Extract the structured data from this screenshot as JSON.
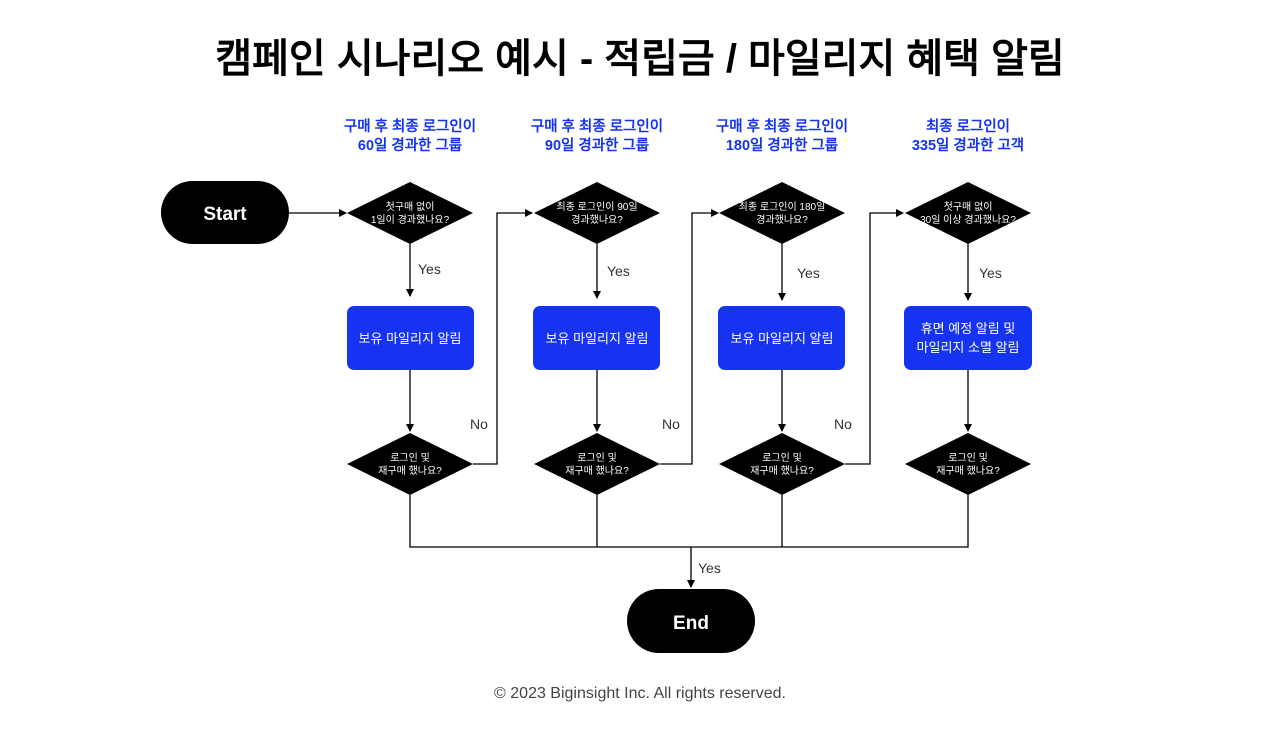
{
  "title": "캠페인 시나리오 예시 - 적립금 / 마일리지 혜택 알림",
  "columns": [
    {
      "header": [
        "구매 후 최종 로그인이",
        "60일 경과한 그룹"
      ],
      "question": [
        "첫구매 없이",
        "1일이 경과했나요?"
      ],
      "action": [
        "보유 마일리지 알림"
      ],
      "check": [
        "로그인 및",
        "재구매 했나요?"
      ]
    },
    {
      "header": [
        "구매 후 최종 로그인이",
        "90일 경과한 그룹"
      ],
      "question": [
        "최종 로그인이 90일",
        "경과했나요?"
      ],
      "action": [
        "보유 마일리지 알림"
      ],
      "check": [
        "로그인 및",
        "재구매 했나요?"
      ]
    },
    {
      "header": [
        "구매 후 최종 로그인이",
        "180일 경과한 그룹"
      ],
      "question": [
        "최종 로그인이 180일",
        "경과했나요?"
      ],
      "action": [
        "보유 마일리지 알림"
      ],
      "check": [
        "로그인 및",
        "재구매 했나요?"
      ]
    },
    {
      "header": [
        "최종 로그인이",
        "335일 경과한 고객"
      ],
      "question": [
        "첫구매 없이",
        "30일 이상 경과했나요?"
      ],
      "action": [
        "휴면 예정 알림 및",
        "마일리지 소멸 알림"
      ],
      "check": [
        "로그인 및",
        "재구매 했나요?"
      ]
    }
  ],
  "start_label": "Start",
  "end_label": "End",
  "yes_label": "Yes",
  "no_label": "No",
  "footer": "© 2023 Biginsight Inc. All rights reserved.",
  "colors": {
    "accent": "#1533f0",
    "node": "#000000"
  }
}
